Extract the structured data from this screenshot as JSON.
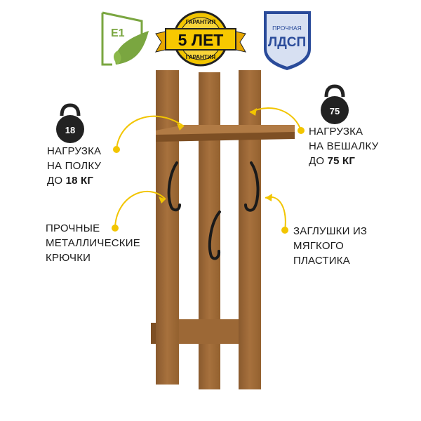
{
  "badges": {
    "e1": {
      "label": "E1"
    },
    "warranty": {
      "top": "ГАРАНТИЯ",
      "main": "5 ЛЕТ",
      "bottom": "ГАРАНТИЯ"
    },
    "ldsp": {
      "top": "ПРОЧНАЯ",
      "main": "ЛДСП"
    }
  },
  "weights": {
    "shelf": "18",
    "hanger": "75"
  },
  "captions": {
    "shelf": {
      "line1": "НАГРУЗКА",
      "line2": "НА ПОЛКУ",
      "line3_prefix": "ДО ",
      "line3_value": "18 КГ"
    },
    "hanger": {
      "line1": "НАГРУЗКА",
      "line2": "НА ВЕШАЛКУ",
      "line3_prefix": "ДО ",
      "line3_value": "75 КГ"
    },
    "hooks": {
      "line1": "ПРОЧНЫЕ",
      "line2": "МЕТАЛЛИЧЕСКИЕ",
      "line3": "КРЮЧКИ"
    },
    "caps": {
      "line1": "ЗАГЛУШКИ ИЗ",
      "line2": "МЯГКОГО",
      "line3": "ПЛАСТИКА"
    }
  },
  "colors": {
    "wood": "#a06a3a",
    "accent": "#f2c500",
    "eco": "#7aa640",
    "ldsp": "#2a4b9a"
  }
}
